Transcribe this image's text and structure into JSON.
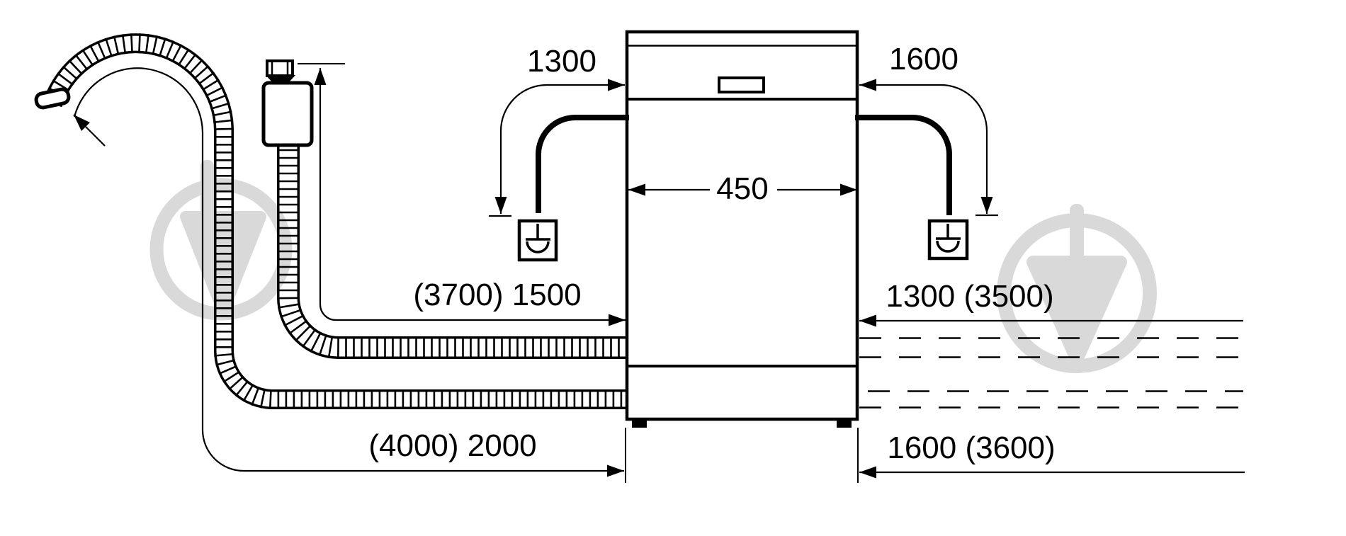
{
  "colors": {
    "line": "#000000",
    "background": "#ffffff",
    "watermark": "#dadada"
  },
  "labels": {
    "power_cable_left": "1300",
    "power_cable_right": "1600",
    "appliance_width": "450",
    "inlet_hose_left": "(3700) 1500",
    "inlet_hose_right": "1300 (3500)",
    "drain_hose_left": "(4000) 2000",
    "drain_hose_right": "1600 (3600)"
  },
  "icons": {
    "tap_connection": "water-tap-aquastop-icon",
    "power_socket": "power-socket-icon",
    "hose_end": "hose-end-arrow-icon",
    "watermark_logo": "marketplace-watermark-icon"
  }
}
